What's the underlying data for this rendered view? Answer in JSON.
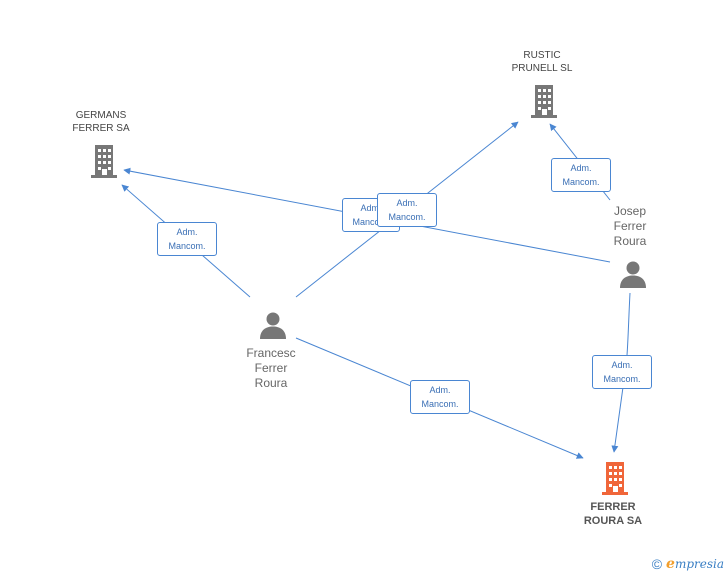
{
  "nodes": {
    "germans": {
      "label": "GERMANS\nFERRER SA",
      "icon": "building-icon",
      "color": "#777777"
    },
    "rustic": {
      "label": "RUSTIC\nPRUNELL SL",
      "icon": "building-icon",
      "color": "#777777"
    },
    "ferrer_roura": {
      "label": "FERRER\nROURA SA",
      "icon": "building-icon",
      "color": "#f0663a"
    },
    "francesc": {
      "label": "Francesc\nFerrer\nRoura",
      "icon": "person-icon",
      "color": "#777777"
    },
    "josep": {
      "label": "Josep\nFerrer\nRoura",
      "icon": "person-icon",
      "color": "#777777"
    }
  },
  "edges": [
    {
      "from": "Francesc Ferrer Roura",
      "to": "GERMANS FERRER SA",
      "label": "Adm.\nMancom."
    },
    {
      "from": "Francesc Ferrer Roura",
      "to": "RUSTIC PRUNELL SL",
      "label": "Adm.\nMancom."
    },
    {
      "from": "Francesc Ferrer Roura",
      "to": "FERRER ROURA SA",
      "label": "Adm.\nMancom."
    },
    {
      "from": "Josep Ferrer Roura",
      "to": "GERMANS FERRER SA",
      "label": "Adm.\nMancom."
    },
    {
      "from": "Josep Ferrer Roura",
      "to": "RUSTIC PRUNELL SL",
      "label": "Adm.\nMancom."
    },
    {
      "from": "Josep Ferrer Roura",
      "to": "FERRER ROURA SA",
      "label": "Adm.\nMancom."
    }
  ],
  "colors": {
    "edge": "#4a86d2",
    "company": "#777777",
    "target": "#f0663a"
  },
  "footer": {
    "copyright": "©",
    "brand_initial": "e",
    "brand_rest": "mpresia"
  }
}
